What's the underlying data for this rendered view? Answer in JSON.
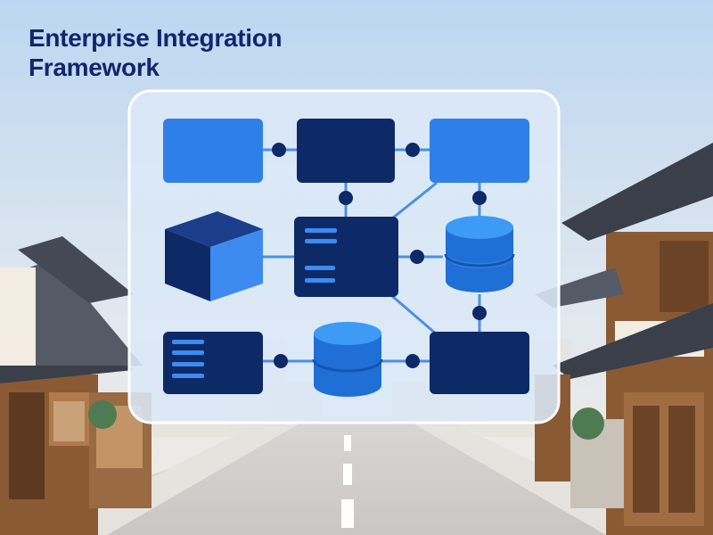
{
  "title": "Enterprise Integration Framework",
  "colors": {
    "title": "#12266b",
    "navy": "#0d2a66",
    "bright_blue": "#2f7fe8",
    "connector": "#4a90e2",
    "panel": "#dbe8f7",
    "sky_top": "#bcd6f1",
    "sky_bottom": "#f3ece2"
  },
  "diagram": {
    "nodes": [
      {
        "id": "box-top-left",
        "shape": "rectangle",
        "color": "bright_blue"
      },
      {
        "id": "box-top-center",
        "shape": "rectangle",
        "color": "navy"
      },
      {
        "id": "box-top-right",
        "shape": "rectangle",
        "color": "bright_blue"
      },
      {
        "id": "cube-mid-left",
        "shape": "cube",
        "color": "navy"
      },
      {
        "id": "panel-mid-center",
        "shape": "list-panel",
        "color": "navy"
      },
      {
        "id": "database-mid-right",
        "shape": "database",
        "color": "bright_blue"
      },
      {
        "id": "panel-bottom-left",
        "shape": "list-panel",
        "color": "navy"
      },
      {
        "id": "database-bottom-center",
        "shape": "database",
        "color": "bright_blue"
      },
      {
        "id": "box-bottom-right",
        "shape": "rectangle",
        "color": "navy"
      }
    ],
    "edges": [
      [
        "box-top-left",
        "box-top-center"
      ],
      [
        "box-top-center",
        "box-top-right"
      ],
      [
        "box-top-center",
        "panel-mid-center"
      ],
      [
        "box-top-right",
        "panel-mid-center"
      ],
      [
        "box-top-right",
        "database-mid-right"
      ],
      [
        "cube-mid-left",
        "panel-mid-center"
      ],
      [
        "panel-mid-center",
        "database-mid-right"
      ],
      [
        "panel-mid-center",
        "box-bottom-right"
      ],
      [
        "database-mid-right",
        "box-bottom-right"
      ],
      [
        "panel-bottom-left",
        "database-bottom-center"
      ],
      [
        "database-bottom-center",
        "box-bottom-right"
      ]
    ]
  },
  "background": {
    "scene": "street with traditional tiled-roof houses"
  }
}
